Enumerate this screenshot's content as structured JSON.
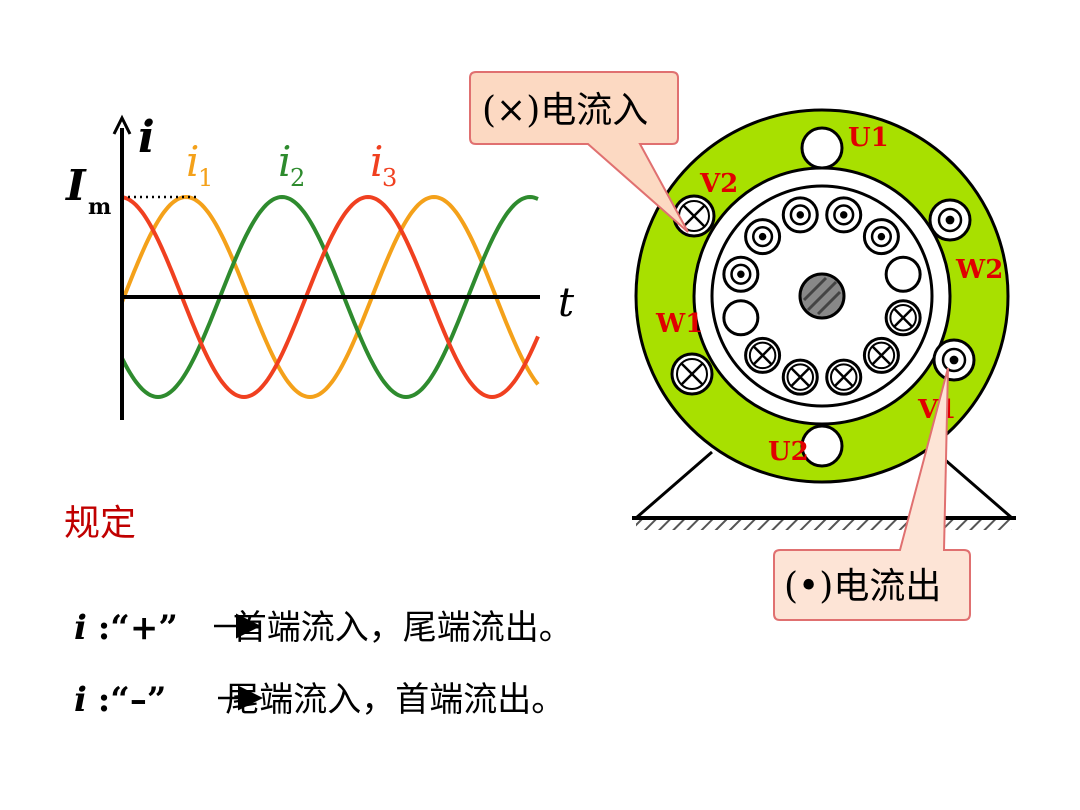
{
  "graph": {
    "y_symbol": "i",
    "x_symbol": "t",
    "amplitude_main": "I",
    "amplitude_sub": "m",
    "curves": [
      {
        "main": "i",
        "sub": "1",
        "color": "#f4a11a"
      },
      {
        "main": "i",
        "sub": "2",
        "color": "#2e8b2e"
      },
      {
        "main": "i",
        "sub": "3",
        "color": "#f04020"
      }
    ]
  },
  "motor": {
    "stator_color": "#a8e000",
    "terminals": [
      "U1",
      "V2",
      "W2",
      "W1",
      "V1",
      "U2"
    ],
    "label_color": "#e00000"
  },
  "callouts": {
    "in_label": "(×)电流入",
    "out_label": "(•)电流出"
  },
  "rules": {
    "heading": "规定",
    "line1_symbol": "i",
    "line1_sign": ":“+”",
    "line1_text": "首端流入，尾端流出。",
    "line2_symbol": "i",
    "line2_sign": ":“–”",
    "line2_text": "尾端流入，首端流出。"
  }
}
